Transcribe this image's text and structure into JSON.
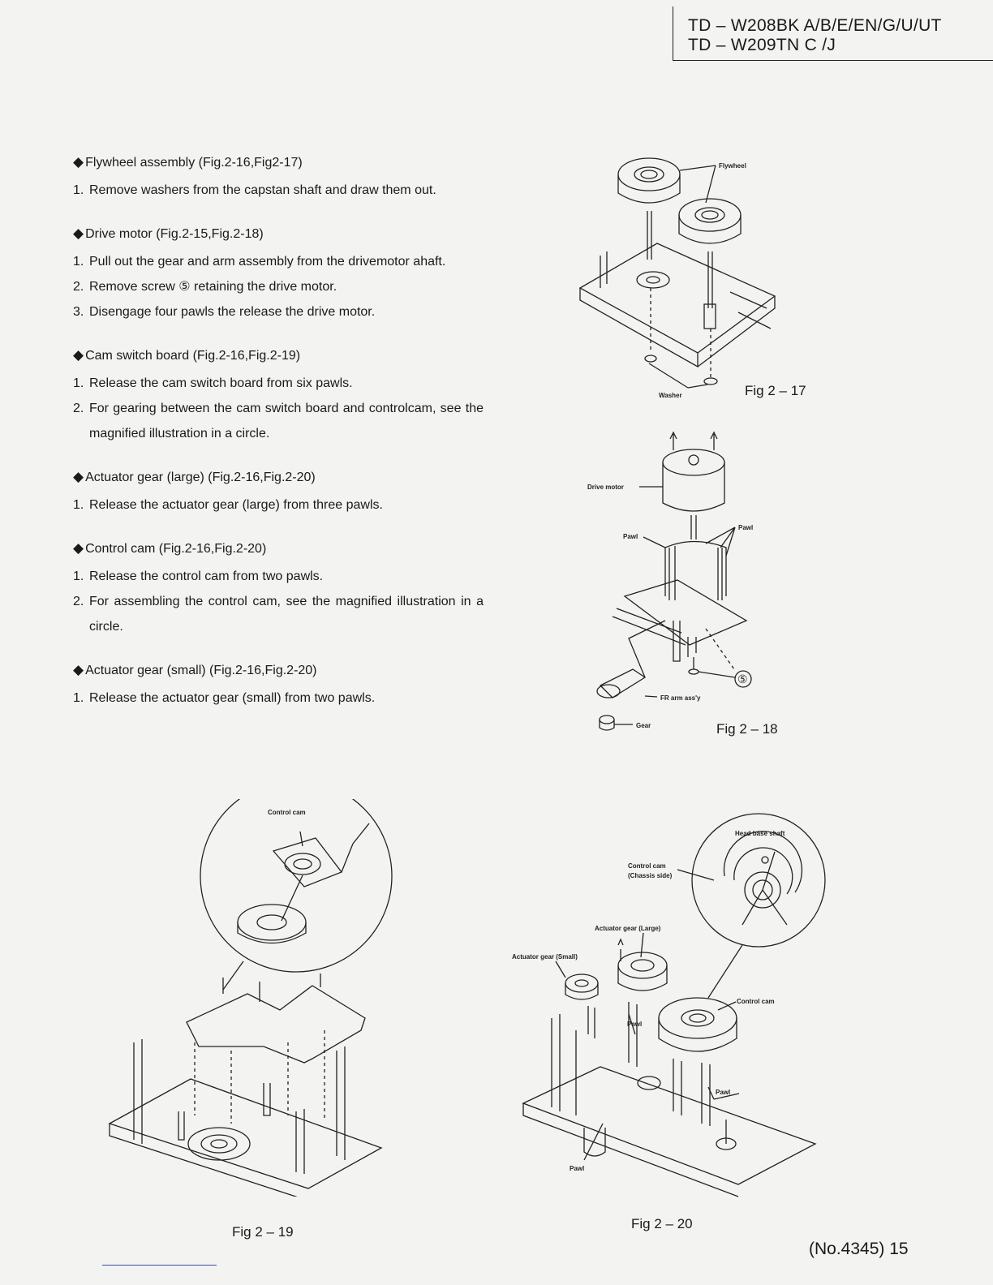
{
  "header": {
    "model_line_1": "TD – W208BK A/B/E/EN/G/U/UT",
    "model_line_2": "TD – W209TN C /J"
  },
  "sections": [
    {
      "title": "Flywheel assembly (Fig.2-16,Fig2-17)",
      "steps": [
        {
          "num": "1.",
          "text": "Remove washers from the capstan shaft and draw them out."
        }
      ]
    },
    {
      "title": "Drive motor (Fig.2-15,Fig.2-18)",
      "steps": [
        {
          "num": "1.",
          "text": "Pull out the gear and arm assembly from the drivemotor ahaft."
        },
        {
          "num": "2.",
          "text": "Remove screw ⑤ retaining the drive motor."
        },
        {
          "num": "3.",
          "text": "Disengage four pawls the release the drive motor."
        }
      ]
    },
    {
      "title": "Cam switch board (Fig.2-16,Fig.2-19)",
      "steps": [
        {
          "num": "1.",
          "text": "Release the cam switch board from six pawls."
        },
        {
          "num": "2.",
          "text": "For gearing between the cam switch board and controlcam, see the magnified illustration in a circle."
        }
      ]
    },
    {
      "title": "Actuator gear (large) (Fig.2-16,Fig.2-20)",
      "steps": [
        {
          "num": "1.",
          "text": "Release the actuator gear (large) from three pawls."
        }
      ]
    },
    {
      "title": "Control cam (Fig.2-16,Fig.2-20)",
      "steps": [
        {
          "num": "1.",
          "text": "Release the control cam from two pawls."
        },
        {
          "num": "2.",
          "text": "For assembling the control cam, see the magnified illustration in a circle."
        }
      ]
    },
    {
      "title": "Actuator gear (small) (Fig.2-16,Fig.2-20)",
      "steps": [
        {
          "num": "1.",
          "text": "Release the actuator gear (small) from two pawls."
        }
      ]
    }
  ],
  "figures": {
    "fig17": {
      "caption": "Fig 2 – 17",
      "labels": {
        "flywheel": "Flywheel",
        "washer": "Washer"
      }
    },
    "fig18": {
      "caption": "Fig 2 – 18",
      "labels": {
        "drive_motor": "Drive motor",
        "pawl_left": "Pawl",
        "pawl_right": "Pawl",
        "screw": "⑤",
        "fr_arm": "FR arm ass'y",
        "gear": "Gear"
      }
    },
    "fig19": {
      "caption": "Fig 2 – 19",
      "labels": {
        "control_cam": "Control cam"
      }
    },
    "fig20": {
      "caption": "Fig 2 – 20",
      "labels": {
        "head_base_shaft": "Head base shaft",
        "control_cam_chassis_1": "Control cam",
        "control_cam_chassis_2": "(Chassis side)",
        "actuator_gear_large": "Actuator gear (Large)",
        "actuator_gear_small": "Actuator gear (Small)",
        "control_cam": "Control cam",
        "pawl_1": "Pawl",
        "pawl_2": "Pawl",
        "pawl_3": "Pawl"
      }
    }
  },
  "footer": {
    "page_number": "(No.4345)  15"
  }
}
